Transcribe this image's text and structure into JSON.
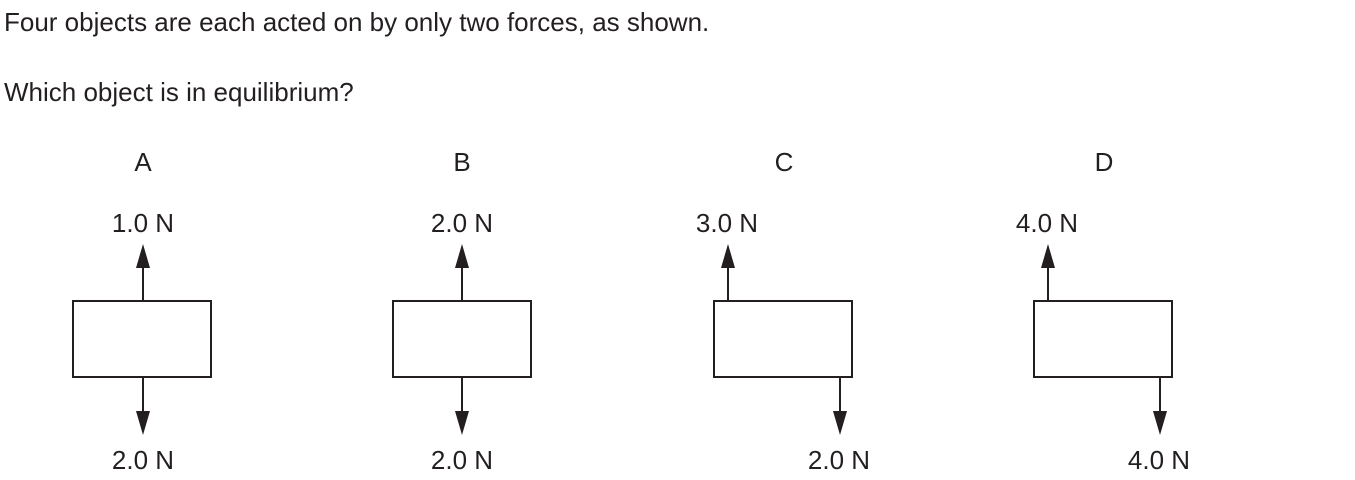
{
  "question": {
    "stem": "Four objects are each acted on by only two forces, as shown.",
    "prompt": "Which object is in equilibrium?"
  },
  "options": [
    {
      "letter": "A",
      "top_force": "1.0 N",
      "bottom_force": "2.0 N",
      "bottom_position": "center"
    },
    {
      "letter": "B",
      "top_force": "2.0 N",
      "bottom_force": "2.0 N",
      "bottom_position": "center"
    },
    {
      "letter": "C",
      "top_force": "3.0 N",
      "bottom_force": "2.0 N",
      "top_position": "left",
      "bottom_position": "right"
    },
    {
      "letter": "D",
      "top_force": "4.0 N",
      "bottom_force": "4.0 N",
      "top_position": "left",
      "bottom_position": "right"
    }
  ]
}
